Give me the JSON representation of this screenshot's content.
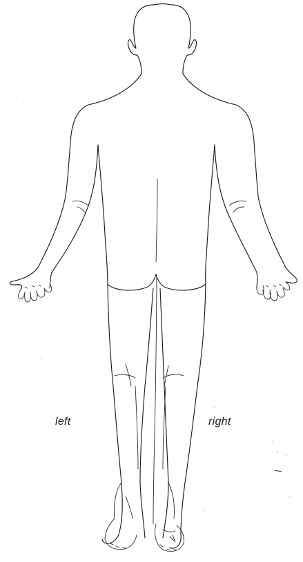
{
  "labels": {
    "left": "left",
    "right": "right"
  },
  "figure": {
    "view": "posterior",
    "stroke_color": "#1c1c1c",
    "background": "#ffffff"
  }
}
